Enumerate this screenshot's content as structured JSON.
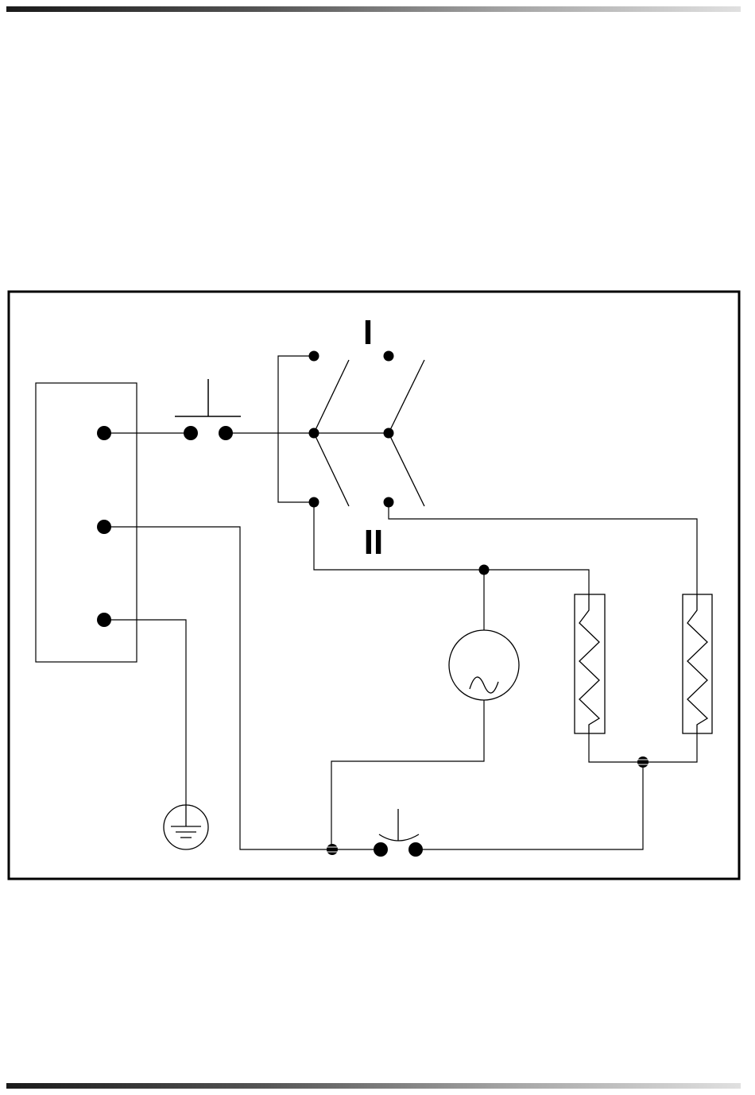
{
  "diagram": {
    "description_type": "electrical wiring schematic",
    "switch_position_labels": {
      "position_1": "I",
      "position_2": "II"
    },
    "components": [
      {
        "id": "terminal-block",
        "kind": "terminal-block",
        "terminals": 3
      },
      {
        "id": "pushbutton-switch",
        "kind": "normally-open pushbutton"
      },
      {
        "id": "selector-switch",
        "kind": "two-pole two-position rocker switch"
      },
      {
        "id": "ground",
        "kind": "earth ground"
      },
      {
        "id": "motor",
        "kind": "AC motor / fan"
      },
      {
        "id": "heater-1",
        "kind": "heating element"
      },
      {
        "id": "heater-2",
        "kind": "heating element"
      },
      {
        "id": "thermostat",
        "kind": "normally-closed thermal cutout"
      }
    ],
    "colors": {
      "line": "#000000",
      "background": "#ffffff",
      "rule_dark": "#1a1a1a",
      "rule_light": "#e0e0e0"
    }
  }
}
